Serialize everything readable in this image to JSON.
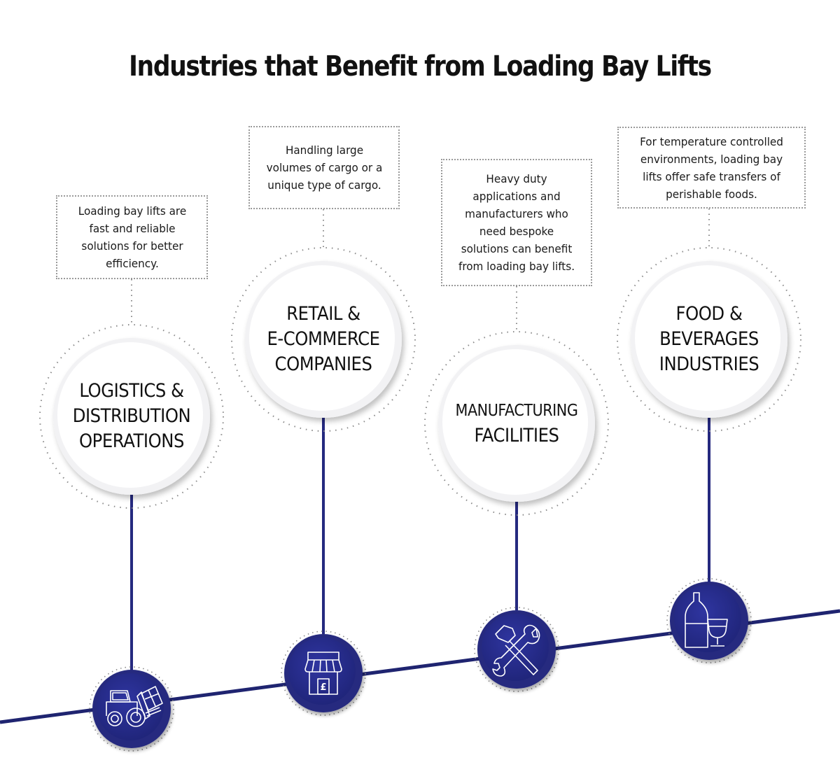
{
  "title": "Industries that Benefit from Loading Bay Lifts",
  "colors": {
    "navy": "#25297f",
    "navy_light": "#2f35a0",
    "line": "#1f2470",
    "dots": "#8a8a8a",
    "text": "#111111"
  },
  "industries": [
    {
      "name_lines": [
        "LOGISTICS &",
        "DISTRIBUTION",
        "OPERATIONS"
      ],
      "description": "Loading bay lifts are fast and reliable solutions for better efficiency.",
      "icon": "forklift-icon"
    },
    {
      "name_lines": [
        "RETAIL &",
        "E-COMMERCE",
        "COMPANIES"
      ],
      "description": "Handling large volumes of cargo or a unique type of cargo.",
      "icon": "shop-icon"
    },
    {
      "name_lines": [
        "MANUFACTURING",
        "FACILITIES"
      ],
      "description": "Heavy duty applications and manufacturers who need bespoke solutions can benefit from loading bay lifts.",
      "icon": "hammer-wrench-icon"
    },
    {
      "name_lines": [
        "FOOD &",
        "BEVERAGES",
        "INDUSTRIES"
      ],
      "description": "For temperature controlled environments, loading bay lifts offer safe transfers of perishable foods.",
      "icon": "bottle-glass-icon"
    }
  ],
  "icon_glyphs": {
    "currency": "£"
  }
}
